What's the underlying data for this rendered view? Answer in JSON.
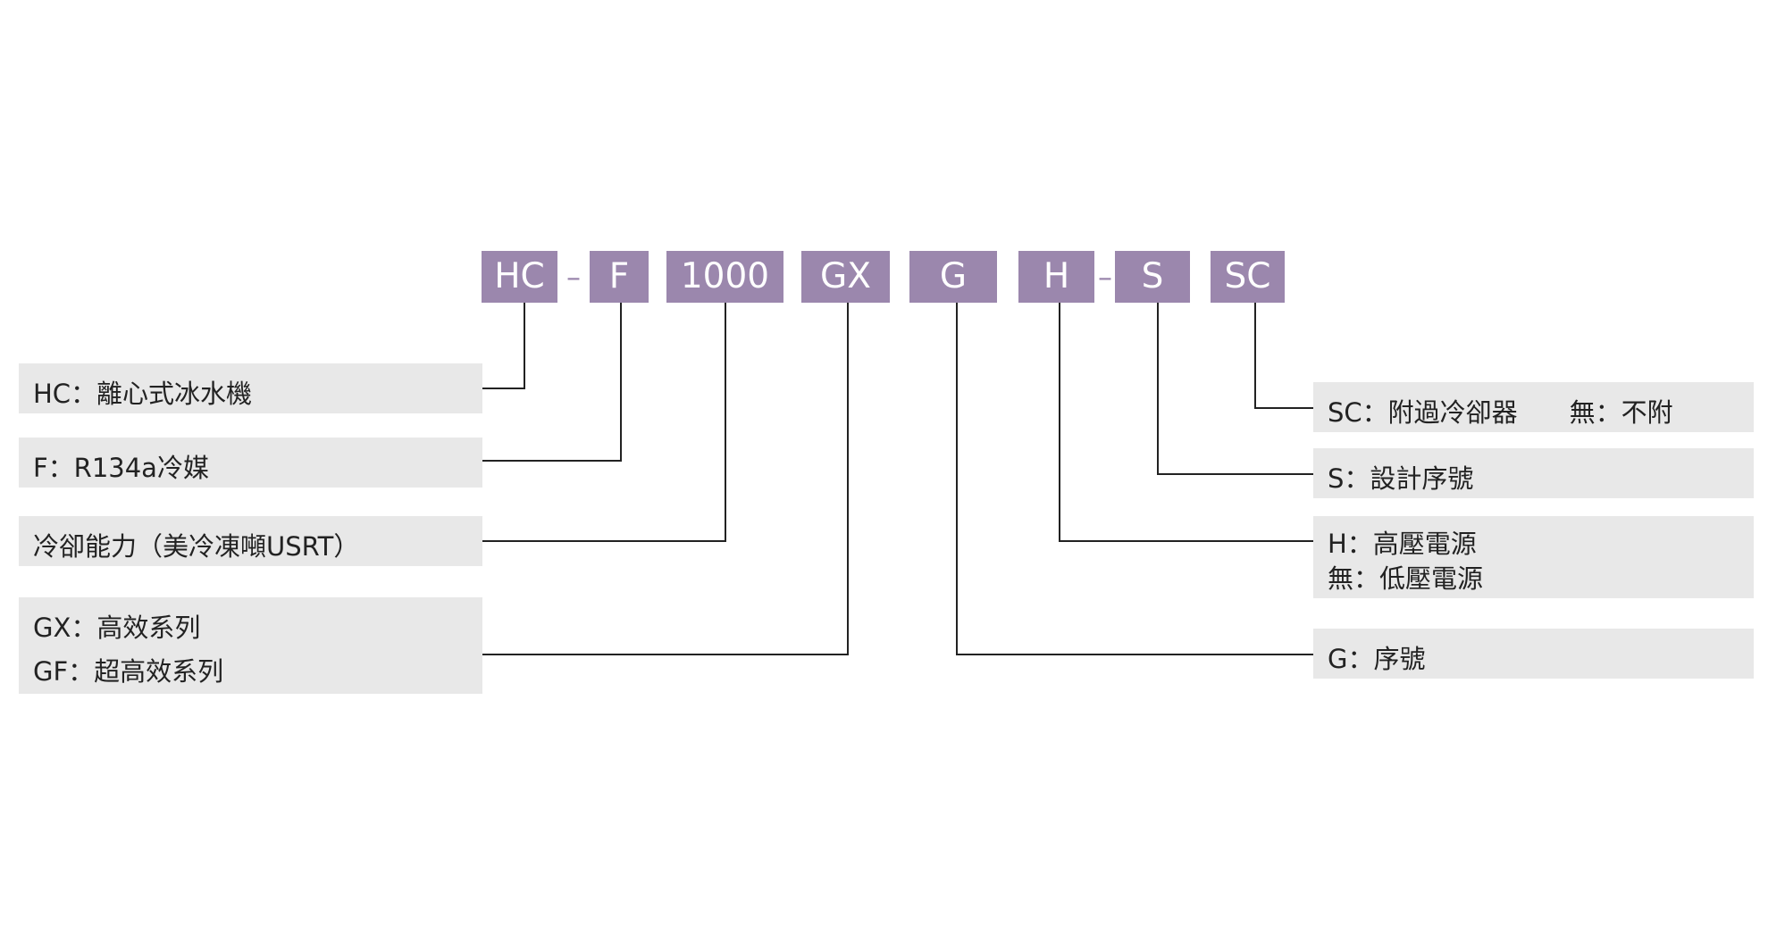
{
  "code_parts": [
    {
      "id": "hc",
      "text": "HC"
    },
    {
      "id": "f",
      "text": "F"
    },
    {
      "id": "capacity",
      "text": "1000"
    },
    {
      "id": "gx",
      "text": "GX"
    },
    {
      "id": "g",
      "text": "G"
    },
    {
      "id": "h",
      "text": "H"
    },
    {
      "id": "s",
      "text": "S"
    },
    {
      "id": "sc",
      "text": "SC"
    }
  ],
  "separators": [
    "–",
    "–"
  ],
  "left_labels": [
    {
      "id": "hc",
      "lines": [
        "HC：離心式冰水機"
      ]
    },
    {
      "id": "f",
      "lines": [
        "F：R134a冷媒"
      ]
    },
    {
      "id": "capacity",
      "lines": [
        "冷卻能力（美冷凍噸USRT）"
      ]
    },
    {
      "id": "gx",
      "lines": [
        "GX：高效系列",
        "GF：超高效系列"
      ]
    }
  ],
  "right_labels": [
    {
      "id": "sc",
      "lines": [
        "SC：附過冷卻器　　無：不附"
      ]
    },
    {
      "id": "s",
      "lines": [
        "S：設計序號"
      ]
    },
    {
      "id": "h",
      "lines": [
        "H：高壓電源",
        "無：低壓電源"
      ]
    },
    {
      "id": "g",
      "lines": [
        "G：序號"
      ]
    }
  ],
  "colors": {
    "code_box": "#9b87ad",
    "label_box": "#e8e8e8",
    "line": "#222222"
  }
}
